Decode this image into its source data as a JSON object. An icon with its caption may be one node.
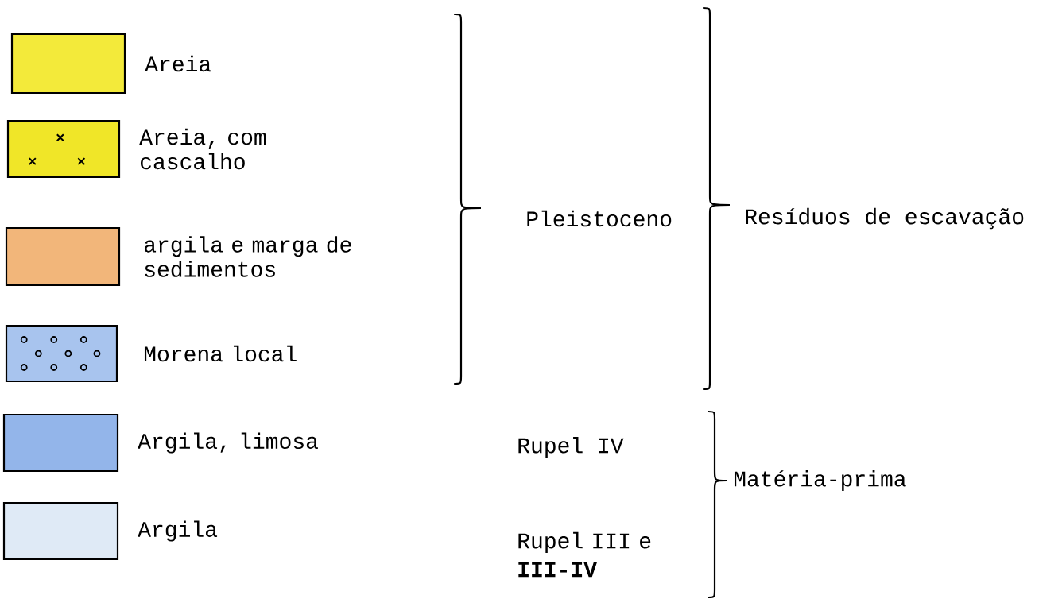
{
  "diagram": {
    "labels": [
      "Pleistoceno",
      "Resíduos de escavação",
      "Rupel IV",
      "Matéria-prima",
      "Rupel III e **III-IV**"
    ],
    "legend": [
      {
        "text": "Areia",
        "color": "#f3ea3a"
      },
      {
        "text": "Areia, com cascalho",
        "color": "#f0e628"
      },
      {
        "text": "argila e marga de sedimentos",
        "color": "#f2b67a"
      },
      {
        "text": "Morena local",
        "color": "#a8c4ee"
      },
      {
        "text": "Argila, limosa",
        "color": "#93b5ea"
      },
      {
        "text": "Argila",
        "color": "#dfeaf6"
      }
    ]
  }
}
